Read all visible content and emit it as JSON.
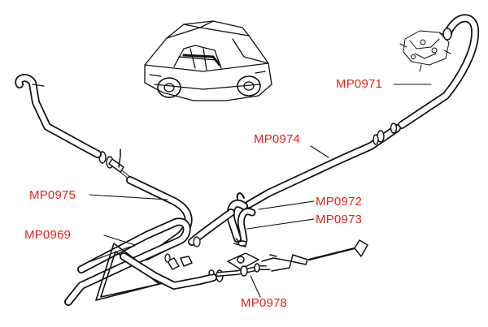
{
  "diagram": {
    "label_color": "#e8211c",
    "line_color": "#111111",
    "parts": [
      {
        "id": "mp0971",
        "code": "MP0971"
      },
      {
        "id": "mp0974",
        "code": "MP0974"
      },
      {
        "id": "mp0975",
        "code": "MP0975"
      },
      {
        "id": "mp0972",
        "code": "MP0972"
      },
      {
        "id": "mp0973",
        "code": "MP0973"
      },
      {
        "id": "mp0969",
        "code": "MP0969"
      },
      {
        "id": "mp0978",
        "code": "MP0978"
      }
    ]
  }
}
